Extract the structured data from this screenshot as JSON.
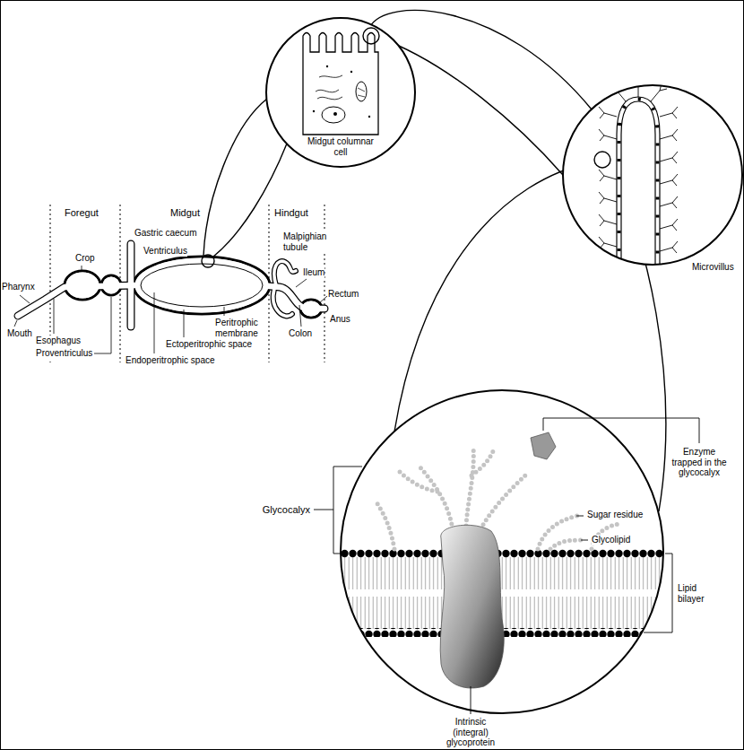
{
  "diagram": {
    "labels": [
      "Foregut",
      "Midgut",
      "Hindgut",
      "Gastric caecum",
      "Ventriculus",
      "Malpighian tubule",
      "Crop",
      "Pharynx",
      "Ileum",
      "Rectum",
      "Mouth",
      "Anus",
      "Esophagus",
      "Colon",
      "Proventriculus",
      "Peritrophic membrane",
      "Ectoperitrophic space",
      "Endoperitrophic space",
      "Midgut columnar cell",
      "Microvillus",
      "Enzyme trapped in the glycocalyx",
      "Sugar residue",
      "Glycolipid",
      "Glycocalyx",
      "Lipid bilayer",
      "Intrinsic (integral) glycoprotein"
    ]
  }
}
